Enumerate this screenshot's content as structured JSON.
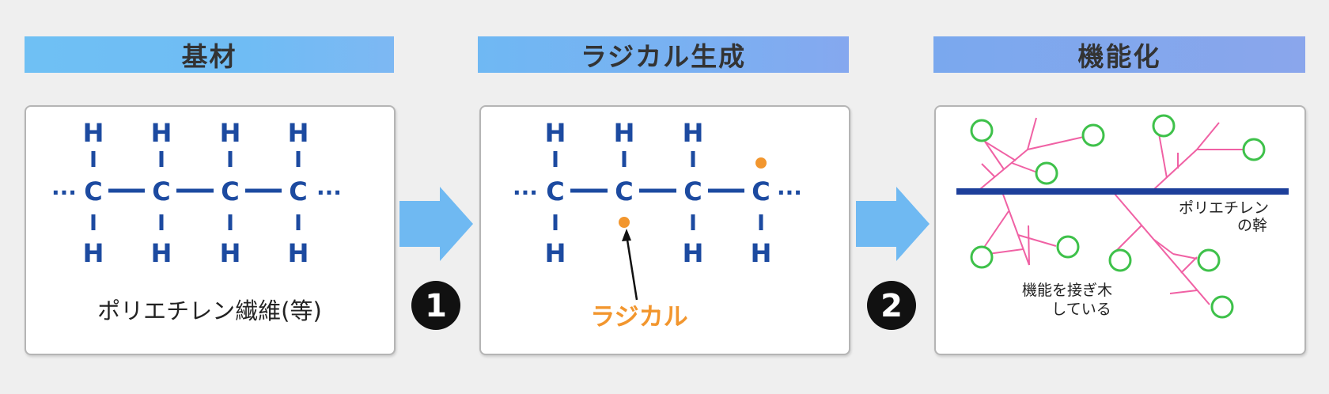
{
  "steps": [
    {
      "header": "基材",
      "caption": "ポリエチレン繊維(等)"
    },
    {
      "header": "ラジカル生成",
      "radical_label": "ラジカル"
    },
    {
      "header": "機能化",
      "backbone_label_line1": "ポリエチレン",
      "backbone_label_line2": "の幹",
      "graft_label_line1": "機能を接ぎ木",
      "graft_label_line2": "している"
    }
  ],
  "step_markers": [
    "1",
    "2"
  ],
  "molecule": {
    "atom_H": "H",
    "atom_C": "C",
    "chain_ellipsis": "···"
  },
  "colors": {
    "molecule": "#1c4aa0",
    "radical": "#f2962e",
    "branch": "#f061a4",
    "node": "#3ec14a",
    "backbone": "#1d3f9a",
    "arrow": "#6fb9f2"
  },
  "icons": [
    "flow-arrow-icon",
    "flow-arrow-icon"
  ]
}
